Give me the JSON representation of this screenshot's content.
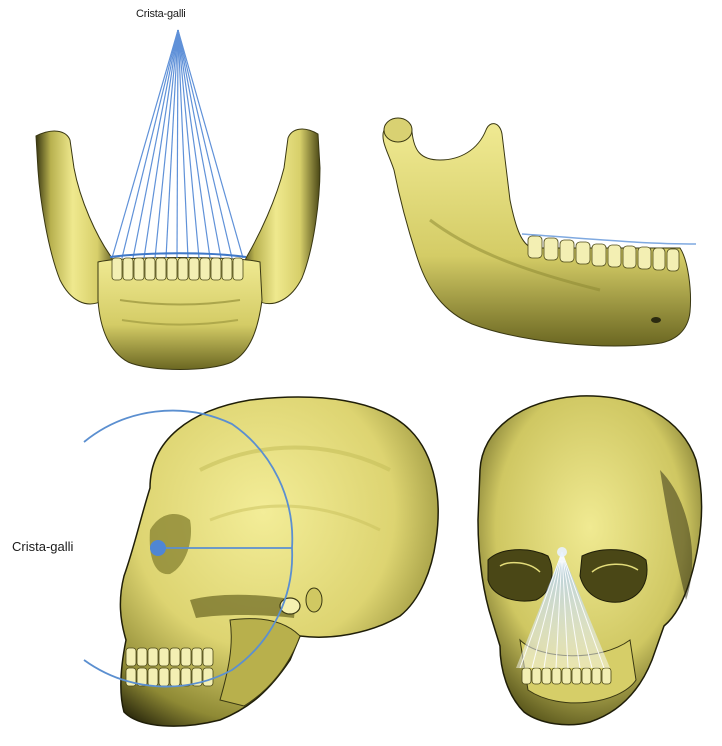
{
  "labels": {
    "top_crista_galli": "Crista-galli",
    "left_crista_galli": "Crista-galli"
  },
  "colors": {
    "bone": "#e3dc7a",
    "bone_shadow": "#5c5a1e",
    "bone_dark": "#2b2a10",
    "projection_line": "#5b8fd0",
    "projection_glow": "#cfe3ff"
  },
  "panels": [
    {
      "name": "mandible-frontal-view"
    },
    {
      "name": "mandible-lateral-view"
    },
    {
      "name": "skull-lateral-view"
    },
    {
      "name": "skull-frontal-view"
    }
  ]
}
